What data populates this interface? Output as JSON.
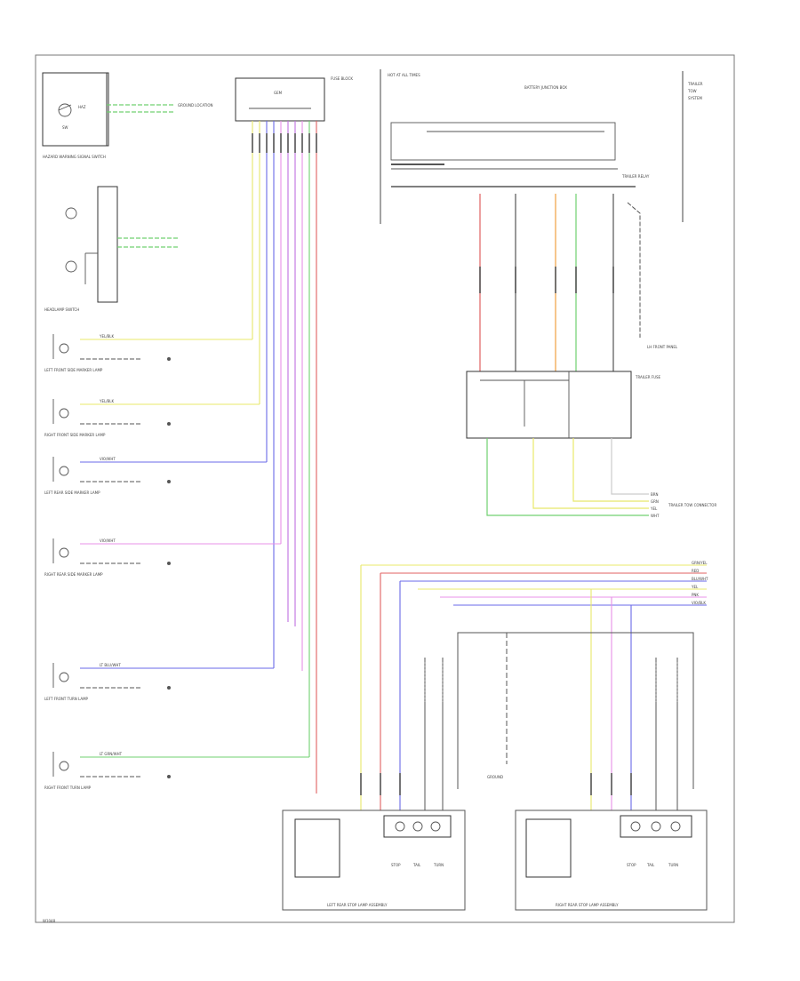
{
  "diagram": {
    "page_code": "W1048",
    "wire_colors": {
      "yellow": "#e8e86a",
      "green": "#70d070",
      "blue": "#6a6ae8",
      "violet": "#c070e0",
      "pink": "#e890e8",
      "red": "#e06060",
      "orange": "#f0a040",
      "gray": "#555555",
      "white": "#cccccc"
    },
    "labels": {
      "hazard_switch": "HAZARD WARNING SIGNAL SWITCH",
      "hazard_ground": "GROUND LOCATION",
      "fuse_block": "FUSE BLOCK",
      "electronic_module": "GEM",
      "battery_junction": "BATTERY JUNCTION BOX",
      "hot_at_all_times": "HOT AT ALL TIMES",
      "trailer_relay": "TRAILER RELAY",
      "trailer_fuse": "TRAILER FUSE",
      "lh_ground": "LH FRONT PANEL",
      "trailer_connector": "TRAILER TOW CONNECTOR",
      "rear_ground": "GROUND",
      "lh_rear": "LEFT REAR STOP LAMP ASSEMBLY",
      "rh_rear": "RIGHT REAR STOP LAMP ASSEMBLY"
    },
    "left_lamps": [
      {
        "name": "LEFT FRONT SIDE MARKER LAMP",
        "wire": "YEL/BLK"
      },
      {
        "name": "RIGHT FRONT SIDE MARKER LAMP",
        "wire": "YEL/BLK"
      },
      {
        "name": "LEFT REAR SIDE MARKER LAMP",
        "wire": "VIO/WHT"
      },
      {
        "name": "RIGHT REAR SIDE MARKER LAMP",
        "wire": "VIO/WHT"
      },
      {
        "name": "LEFT FRONT TURN LAMP",
        "wire": "LT BLU/WHT"
      },
      {
        "name": "RIGHT FRONT TURN LAMP",
        "wire": "LT GRN/WHT"
      }
    ],
    "right_wire_labels": [
      "GRN/YEL",
      "RED",
      "BLU/WHT",
      "YEL",
      "PNK",
      "VIO/BLK"
    ],
    "trailer_labels": [
      "BRN",
      "GRN",
      "YEL",
      "WHT"
    ],
    "lamp_labels": [
      "STOP",
      "TAIL",
      "TURN"
    ]
  }
}
